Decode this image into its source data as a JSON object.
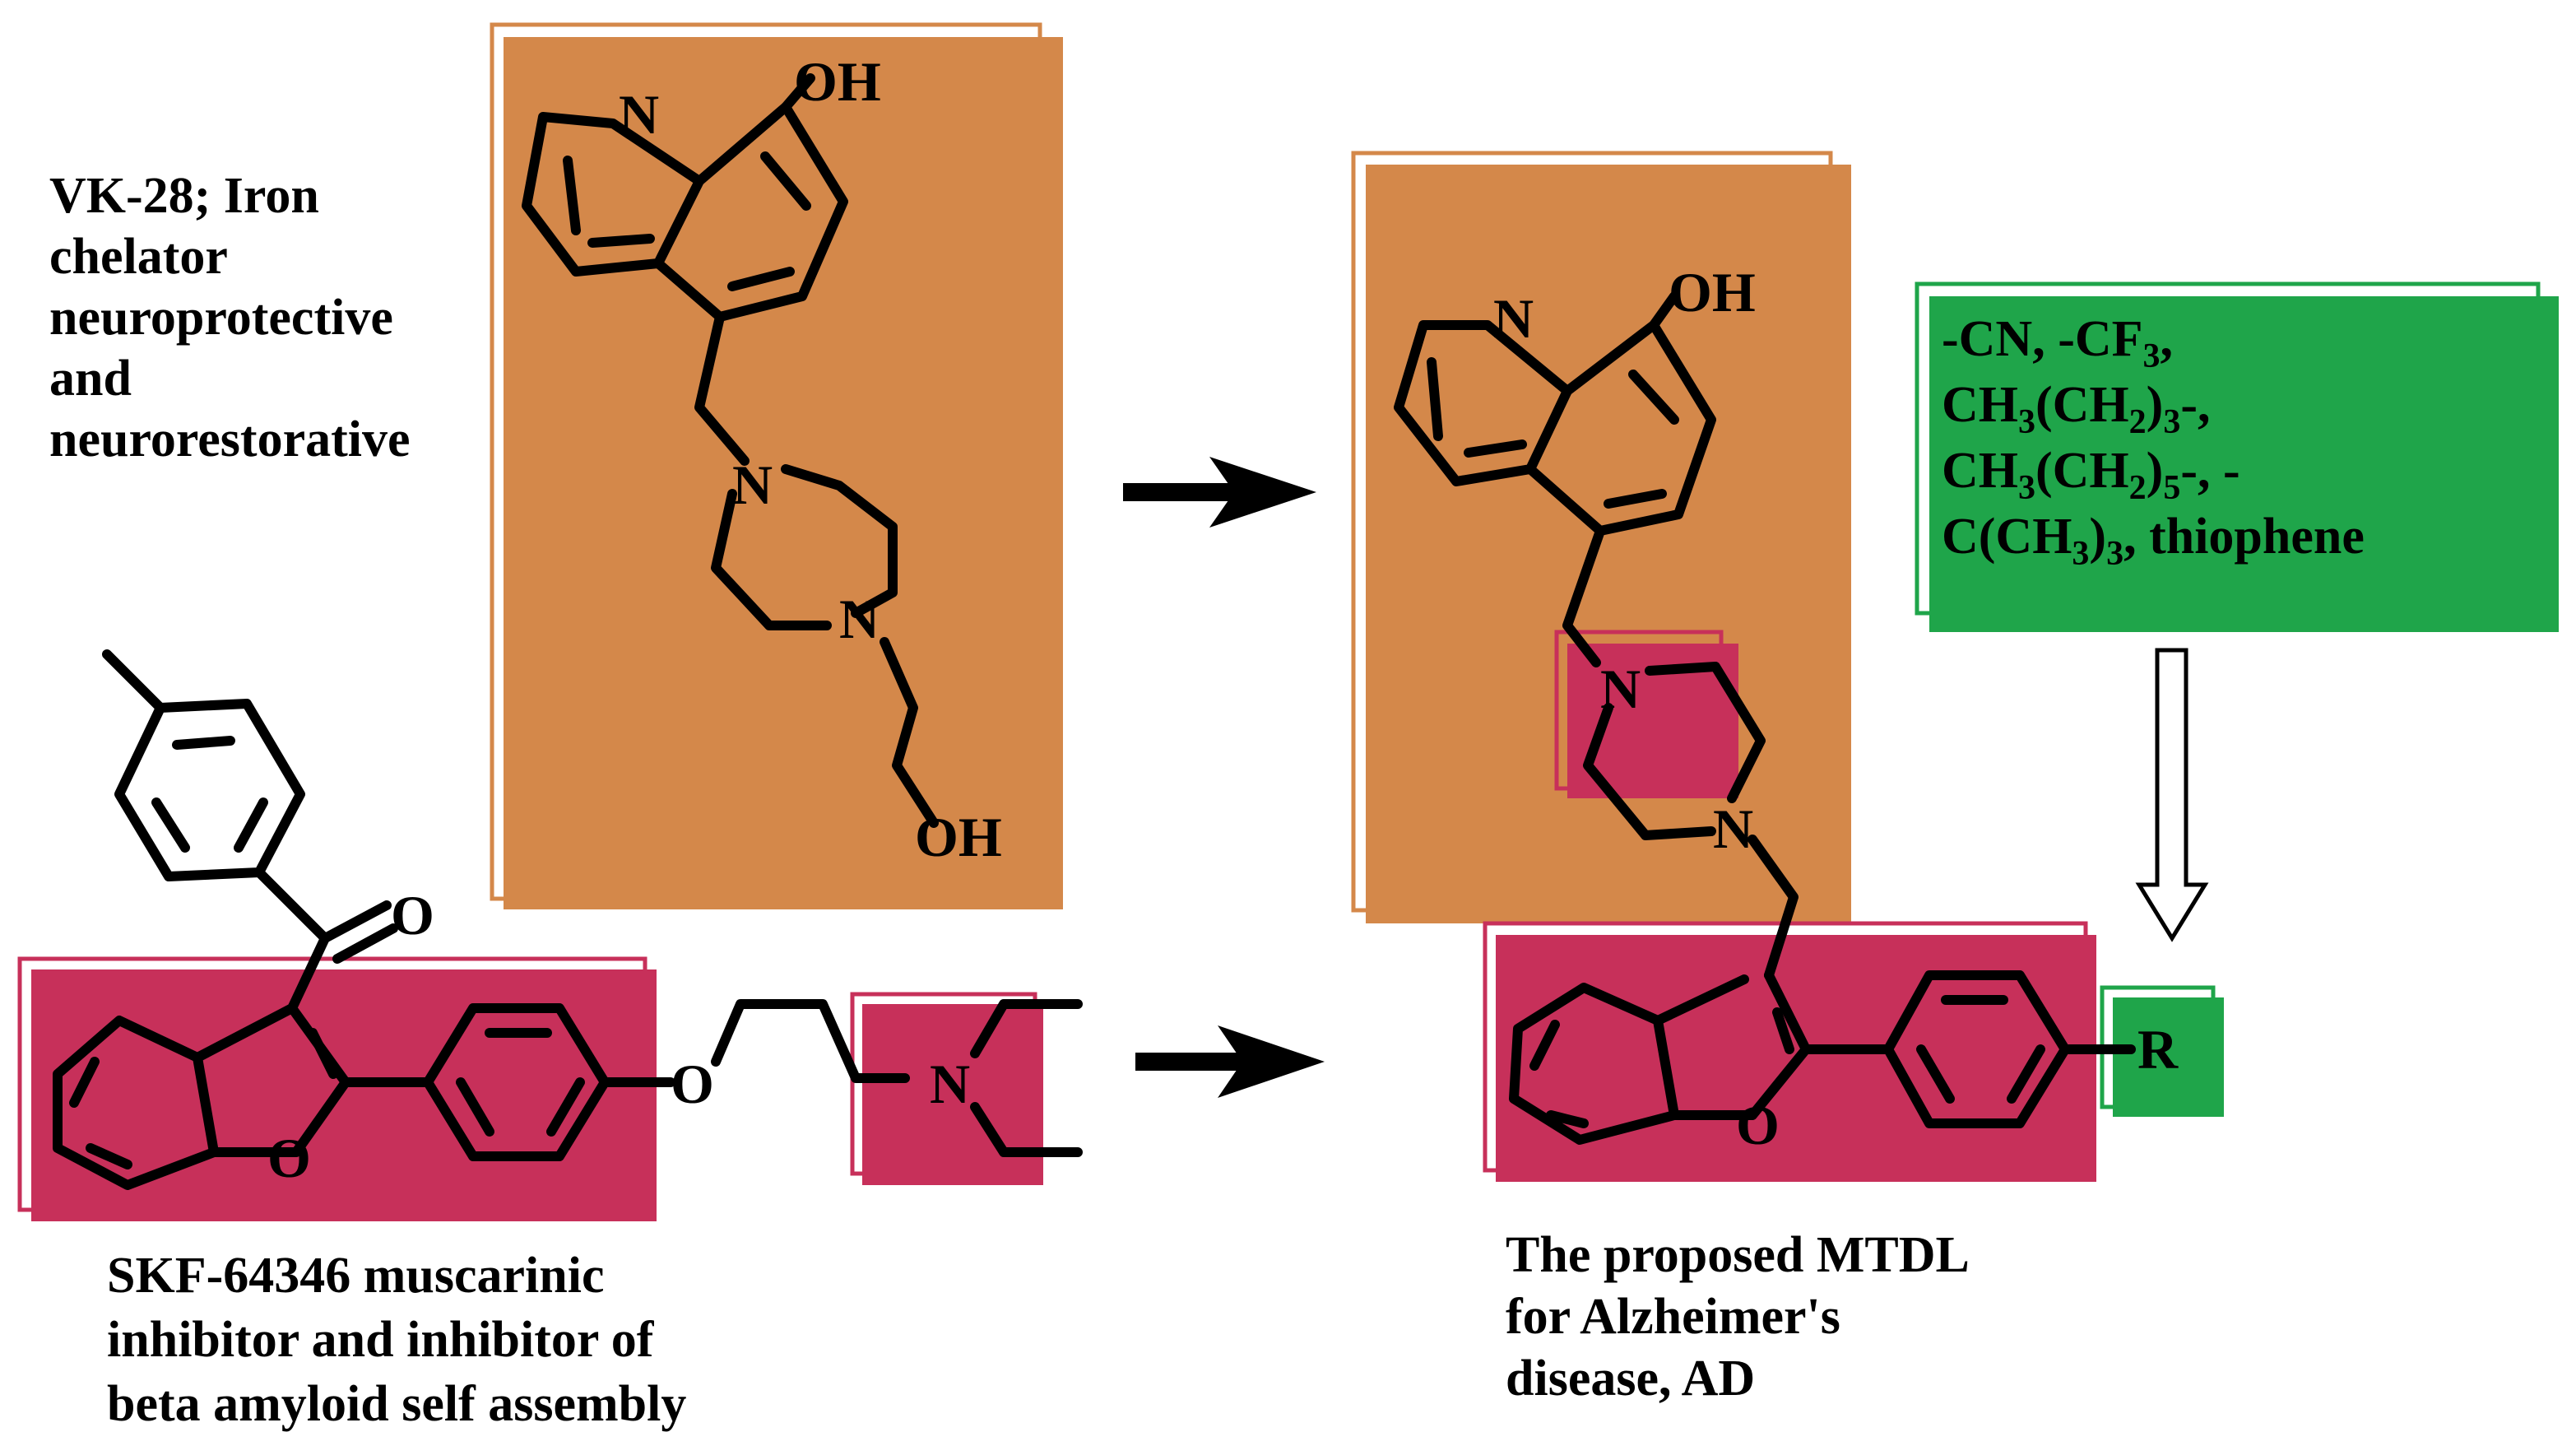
{
  "colors": {
    "orange": "#d4884a",
    "crimson": "#c7305a",
    "green": "#1fa54a",
    "ink": "#000000"
  },
  "atoms": {
    "N": "N",
    "O": "O",
    "OH": "OH",
    "R": "R"
  },
  "labels": {
    "vk28": [
      "VK-28; Iron",
      "chelator",
      "neuroprotective",
      "and",
      "neurorestorative"
    ],
    "skf": [
      "SKF-64346 muscarinic",
      "inhibitor and inhibitor of",
      "beta amyloid self assembly"
    ],
    "mtdl": [
      "The proposed MTDL",
      "for Alzheimer's",
      "disease, AD"
    ]
  },
  "substituents": {
    "line1_a": "-CN, -CF",
    "line1_sub": "3",
    "line1_b": ",",
    "line2_a": "CH",
    "line2_sub1": "3",
    "line2_b": "(CH",
    "line2_sub2": "2",
    "line2_c": ")",
    "line2_sub3": "3",
    "line2_d": "-,",
    "line3_a": "CH",
    "line3_sub1": "3",
    "line3_b": "(CH",
    "line3_sub2": "2",
    "line3_c": ")",
    "line3_sub3": "5",
    "line3_d": "-, -",
    "line4_a": "C(CH",
    "line4_sub1": "3",
    "line4_b": ")",
    "line4_sub2": "3",
    "line4_c": ", thiophene"
  }
}
